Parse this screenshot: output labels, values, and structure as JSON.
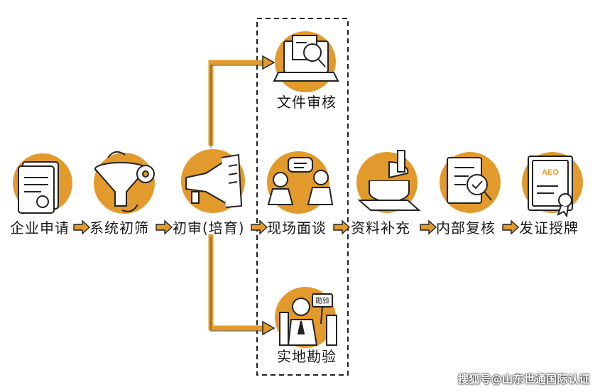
{
  "colors": {
    "accent": "#E39A2C",
    "ink": "#1a1a1a",
    "dash": "#222222"
  },
  "steps": [
    {
      "label": "企业申请",
      "icon": "document-stack-icon"
    },
    {
      "label": "系统初筛",
      "icon": "funnel-gear-icon"
    },
    {
      "label": "初审(培育)",
      "icon": "megaphone-icon"
    },
    {
      "label": "现场面谈",
      "icon": "people-talking-icon"
    },
    {
      "label": "资料补充",
      "icon": "pie-chart-icon"
    },
    {
      "label": "内部复核",
      "icon": "checklist-magnifier-icon"
    },
    {
      "label": "发证授牌",
      "icon": "certificate-icon"
    }
  ],
  "branch_top": {
    "label": "文件审核",
    "icon": "laptop-magnifier-icon"
  },
  "branch_bottom": {
    "label": "实地勘验",
    "icon": "inspector-sign-icon",
    "sign_text": "勘验"
  },
  "certificate_badge": "AEO",
  "watermark": "搜狐号@山东世通国际认证"
}
